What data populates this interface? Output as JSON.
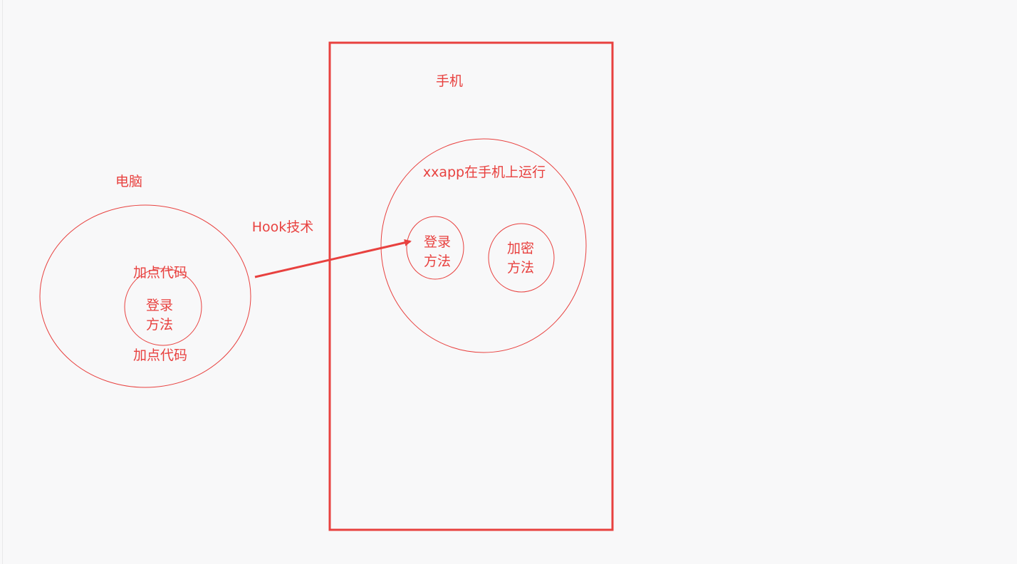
{
  "colors": {
    "background": "#f8f8f9",
    "border_left": "#e9e9ea",
    "stroke": "#e8413f"
  },
  "labels": {
    "computer": "电脑",
    "phone": "手机",
    "hook": "Hook技术",
    "app_running": "xxapp在手机上运行",
    "add_code_top": "加点代码",
    "add_code_bottom": "加点代码",
    "pc_login_line1": "登录",
    "pc_login_line2": "方法",
    "app_login_line1": "登录",
    "app_login_line2": "方法",
    "encrypt_line1": "加密",
    "encrypt_line2": "方法"
  }
}
